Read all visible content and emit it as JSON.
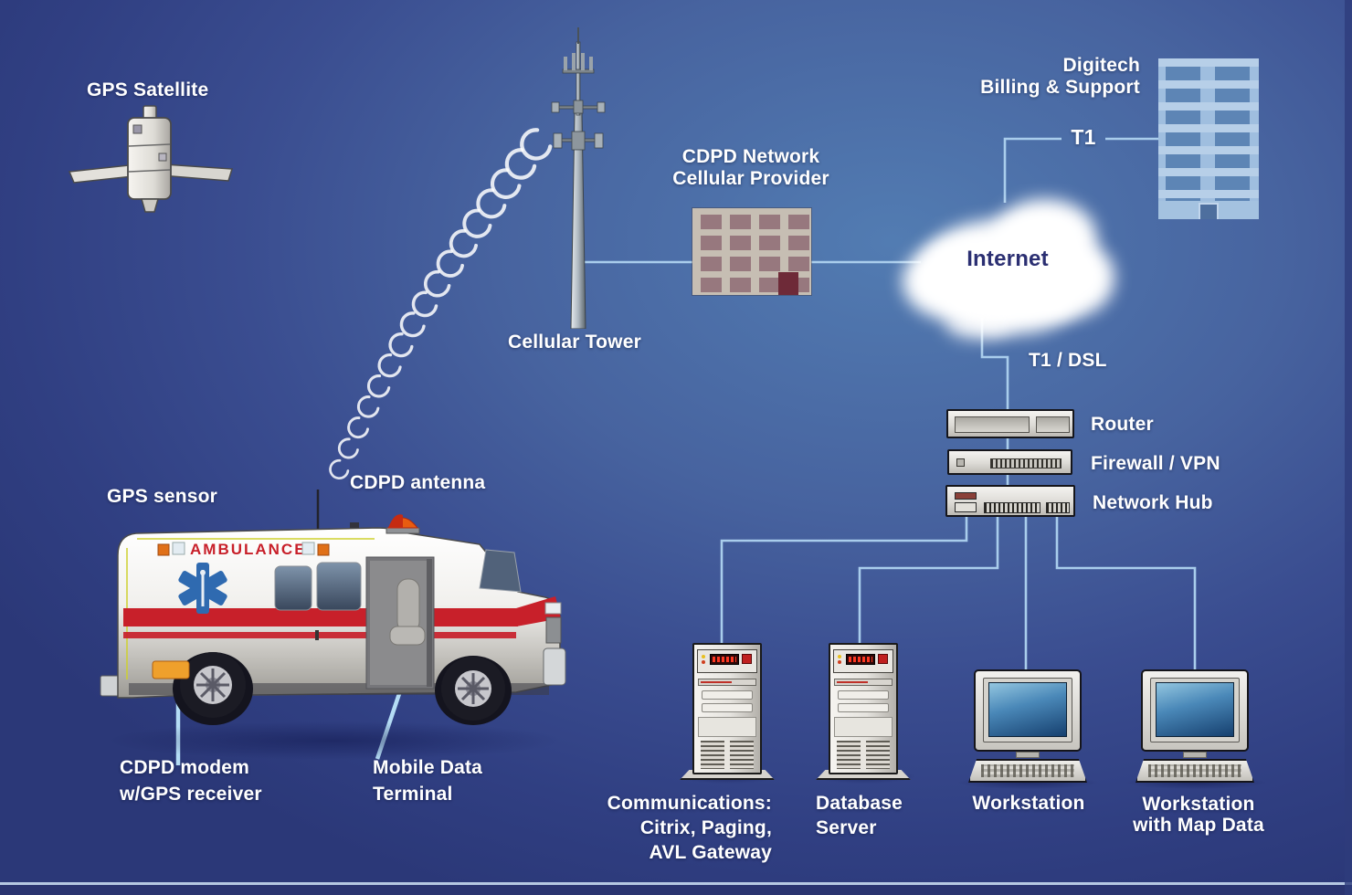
{
  "title": "Ambulance AVL / CDPD network diagram",
  "colors": {
    "connector": "#a9cdec",
    "signal_arc": "#ffffff",
    "label": "#ffffff",
    "internet_text": "#2b2f72",
    "ambulance_red": "#c8202a",
    "background_center": "#527cb2",
    "background_edge": "#2b3878"
  },
  "labels": {
    "gps_satellite": "GPS Satellite",
    "cellular_tower": "Cellular Tower",
    "cdpd_network": "CDPD Network\nCellular Provider",
    "digitech": "Digitech\nBilling & Support",
    "t1": "T1",
    "internet": "Internet",
    "t1_dsl": "T1 / DSL",
    "router": "Router",
    "firewall_vpn": "Firewall / VPN",
    "network_hub": "Network Hub",
    "communications": "Communications:\nCitrix, Paging,\nAVL Gateway",
    "database_server": "Database\nServer",
    "workstation": "Workstation",
    "workstation_map": "Workstation\nwith Map Data",
    "gps_sensor": "GPS sensor",
    "cdpd_antenna": "CDPD antenna",
    "cdpd_modem": "CDPD modem\nw/GPS receiver",
    "mobile_data_terminal": "Mobile Data\nTerminal",
    "ambulance_marking": "AMBULANCE"
  }
}
